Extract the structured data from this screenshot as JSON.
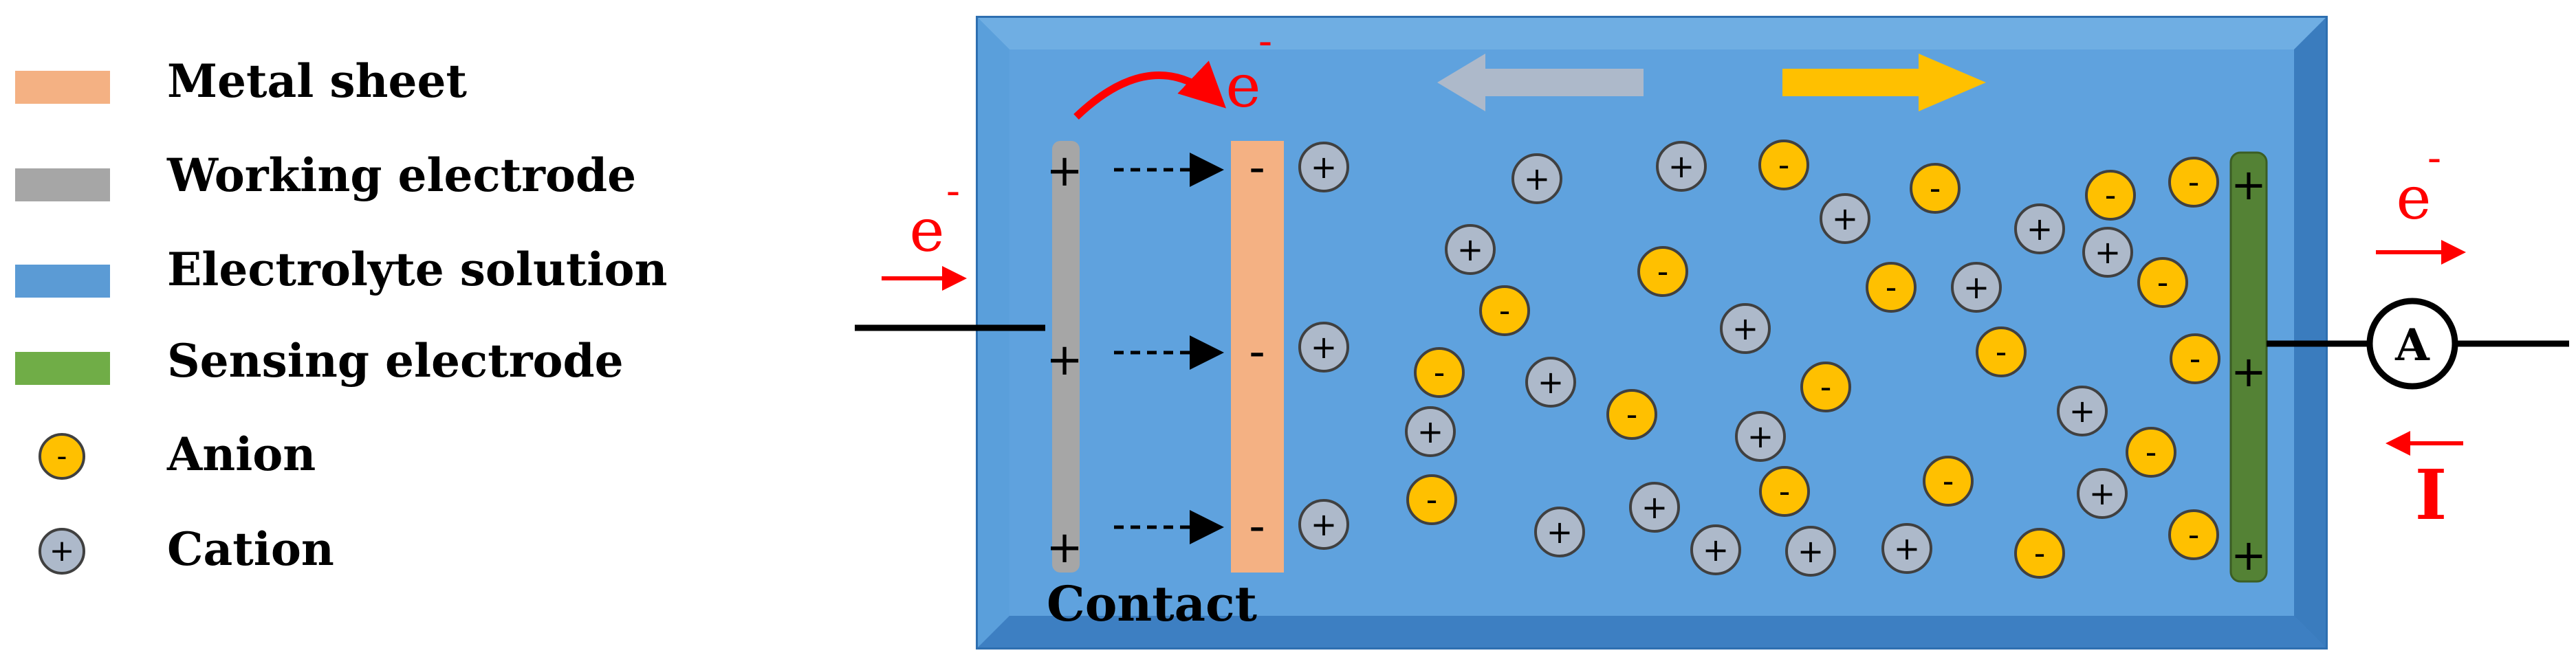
{
  "legend": {
    "items": [
      {
        "label": "Metal sheet",
        "kind": "swatch",
        "color": "#F4B183"
      },
      {
        "label": "Working electrode",
        "kind": "swatch",
        "color": "#A6A6A6"
      },
      {
        "label": "Electrolyte solution",
        "kind": "swatch",
        "color": "#5B9BD5"
      },
      {
        "label": "Sensing electrode",
        "kind": "swatch",
        "color": "#70AD47"
      },
      {
        "label": "Anion",
        "kind": "anion",
        "color": "#FFC000",
        "symbol": "-"
      },
      {
        "label": "Cation",
        "kind": "cation",
        "color": "#ADB9CA",
        "symbol": "+"
      }
    ]
  },
  "diagram": {
    "contact_label": "Contact",
    "electron_symbol": "e",
    "electron_charge": "-",
    "current_label": "I",
    "ammeter_label": "A",
    "working_electrode_charges": [
      "+",
      "+",
      "+"
    ],
    "metal_sheet_charges": [
      "-",
      "-",
      "-"
    ],
    "sensing_electrode_charges": [
      "+",
      "+",
      "+"
    ],
    "colors": {
      "electrolyte": "#5B9BD5",
      "electrolyte_edge": "#3F84C9",
      "metal_sheet": "#F4B183",
      "working_electrode": "#A6A6A6",
      "sensing_electrode": "#548235",
      "anion": "#FFC000",
      "cation": "#ADB9CA",
      "arrow_gray": "#ADB9CA",
      "arrow_orange": "#FFC000",
      "red": "#FF0000"
    }
  }
}
